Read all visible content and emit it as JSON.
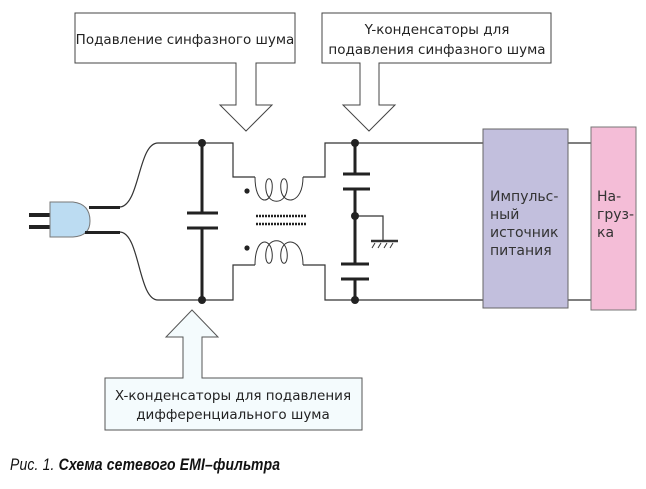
{
  "diagram": {
    "callouts": {
      "common_mode_choke": "Подавление синфазного шума",
      "y_capacitors": [
        "Y-конденсаторы для",
        "подавления синфазного шума"
      ],
      "x_capacitors": [
        "X-конденсаторы для подавления",
        "дифференциального шума"
      ]
    },
    "blocks": {
      "power_supply": [
        "Импульс-",
        "ный",
        "источник",
        "питания"
      ],
      "load": [
        "На-",
        "груз-",
        "ка"
      ]
    },
    "colors": {
      "plug": "#bcdcf2",
      "power_supply": "#c2bfdd",
      "load": "#f4bdd7",
      "x_callout": "#f4fbfd",
      "wire": "#333333"
    }
  },
  "caption": {
    "prefix": "Рис. 1.",
    "title": "Схема сетевого EMI–фильтра"
  }
}
